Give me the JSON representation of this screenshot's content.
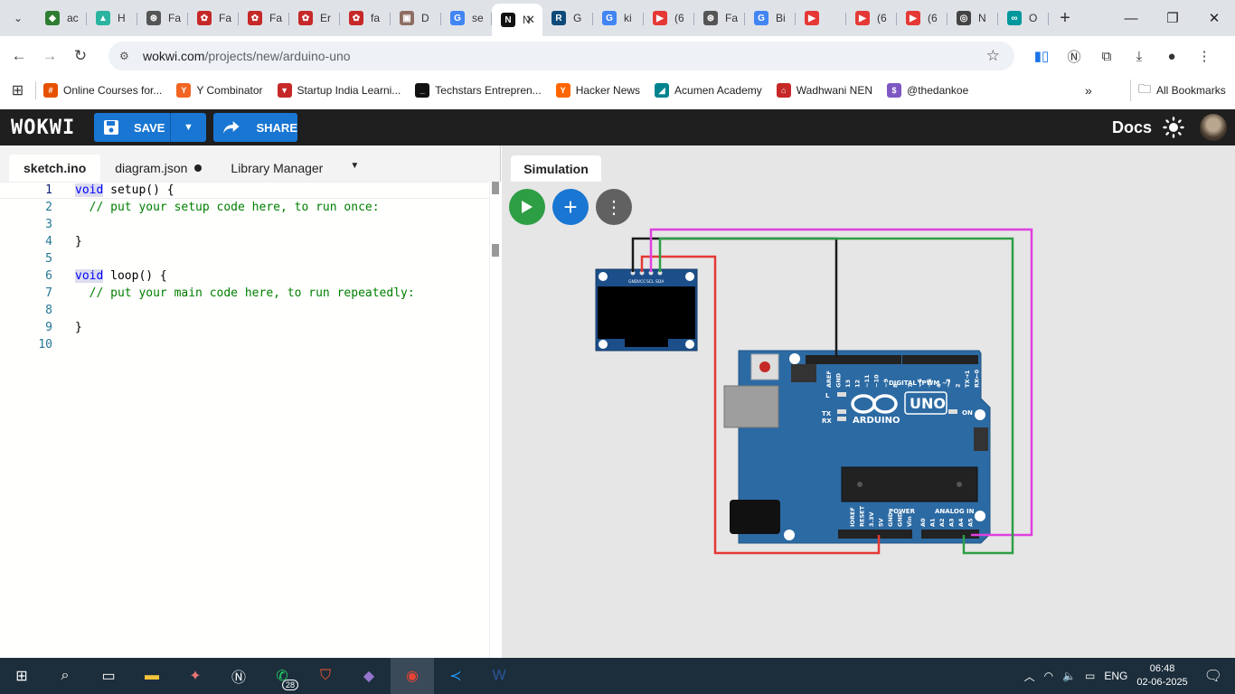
{
  "browser": {
    "tabs": [
      {
        "title": "ac",
        "color": "#2f7d32",
        "glyph": "◆"
      },
      {
        "title": "H",
        "color": "#2bb5a0",
        "glyph": "▲"
      },
      {
        "title": "Fa",
        "color": "#555",
        "glyph": "⊛"
      },
      {
        "title": "Fa",
        "color": "#c62828",
        "glyph": "✿"
      },
      {
        "title": "Fa",
        "color": "#c62828",
        "glyph": "✿"
      },
      {
        "title": "Er",
        "color": "#c62828",
        "glyph": "✿"
      },
      {
        "title": "fa",
        "color": "#c62828",
        "glyph": "✿"
      },
      {
        "title": "D",
        "color": "#8d6e63",
        "glyph": "▣"
      },
      {
        "title": "se",
        "color": "#4285f4",
        "glyph": "G"
      },
      {
        "title": "N",
        "color": "#111",
        "glyph": "N",
        "active": true
      },
      {
        "title": "G",
        "color": "#0d4a7a",
        "glyph": "R"
      },
      {
        "title": "ki",
        "color": "#4285f4",
        "glyph": "G"
      },
      {
        "title": "(6",
        "color": "#e53935",
        "glyph": "▶"
      },
      {
        "title": "Fa",
        "color": "#555",
        "glyph": "⊛"
      },
      {
        "title": "Bi",
        "color": "#4285f4",
        "glyph": "G"
      },
      {
        "title": "",
        "color": "#e53935",
        "glyph": "▶"
      },
      {
        "title": "(6",
        "color": "#e53935",
        "glyph": "▶"
      },
      {
        "title": "(6",
        "color": "#e53935",
        "glyph": "▶"
      },
      {
        "title": "N",
        "color": "#444",
        "glyph": "◎"
      },
      {
        "title": "O",
        "color": "#00979d",
        "glyph": "∞"
      }
    ],
    "url_host": "wokwi.com",
    "url_path": "/projects/new/arduino-uno",
    "bookmarks": [
      {
        "label": "Online Courses for...",
        "color": "#e65100",
        "glyph": "#"
      },
      {
        "label": "Y Combinator",
        "color": "#f26522",
        "glyph": "Y"
      },
      {
        "label": "Startup India Learni...",
        "color": "#c62828",
        "glyph": "▼"
      },
      {
        "label": "Techstars Entrepren...",
        "color": "#111",
        "glyph": "_"
      },
      {
        "label": "Hacker News",
        "color": "#ff6600",
        "glyph": "Y"
      },
      {
        "label": "Acumen Academy",
        "color": "#00838f",
        "glyph": "◢"
      },
      {
        "label": "Wadhwani NEN",
        "color": "#c62828",
        "glyph": "⌂"
      },
      {
        "label": "@thedankoe",
        "color": "#7e57c2",
        "glyph": "$"
      }
    ],
    "all_bookmarks": "All Bookmarks"
  },
  "wokwi": {
    "logo": "WOKWI",
    "save_label": "SAVE",
    "share_label": "SHARE",
    "docs_label": "Docs",
    "accent": "#1976d2"
  },
  "editor": {
    "tabs": [
      "sketch.ino",
      "diagram.json",
      "Library Manager"
    ],
    "lines": [
      {
        "n": "1",
        "parts": [
          [
            "kw",
            "void"
          ],
          [
            "t",
            " setup() {"
          ]
        ]
      },
      {
        "n": "2",
        "parts": [
          [
            "cm",
            "  // put your setup code here, to run once:"
          ]
        ]
      },
      {
        "n": "3",
        "parts": [
          [
            "t",
            ""
          ]
        ]
      },
      {
        "n": "4",
        "parts": [
          [
            "t",
            "}"
          ]
        ]
      },
      {
        "n": "5",
        "parts": [
          [
            "t",
            ""
          ]
        ]
      },
      {
        "n": "6",
        "parts": [
          [
            "kw",
            "void"
          ],
          [
            "t",
            " loop() {"
          ]
        ]
      },
      {
        "n": "7",
        "parts": [
          [
            "cm",
            "  // put your main code here, to run repeatedly:"
          ]
        ]
      },
      {
        "n": "8",
        "parts": [
          [
            "t",
            ""
          ]
        ]
      },
      {
        "n": "9",
        "parts": [
          [
            "t",
            "}"
          ]
        ]
      },
      {
        "n": "10",
        "parts": [
          [
            "t",
            ""
          ]
        ]
      }
    ]
  },
  "simulation": {
    "tab_label": "Simulation",
    "oled_pins": [
      "GND",
      "VCC",
      "SCL",
      "SDA"
    ],
    "board": {
      "brand": "ARDUINO",
      "model": "UNO",
      "digital_label": "DIGITAL (PWM ~)",
      "power_label": "POWER",
      "analog_label": "ANALOG IN",
      "on_label": "ON",
      "tx_label": "TX",
      "rx_label": "RX",
      "l_label": "L",
      "digital_pins": [
        "AREF",
        "GND",
        "13",
        "12",
        "~11",
        "~10",
        "~9",
        "8",
        "7",
        "~6",
        "~5",
        "4",
        "~3",
        "2",
        "TX→1",
        "RX←0"
      ],
      "power_pins": [
        "IOREF",
        "RESET",
        "3.3V",
        "5V",
        "GND",
        "GND",
        "Vin"
      ],
      "analog_pins": [
        "A0",
        "A1",
        "A2",
        "A3",
        "A4",
        "A5"
      ]
    },
    "wire_colors": {
      "gnd": "#1a1a1a",
      "vcc": "#e53935",
      "scl": "#e040e0",
      "sda": "#2e9e44"
    }
  },
  "taskbar": {
    "whatsapp_badge": "28",
    "language": "ENG",
    "time": "06:48",
    "date": "02-06-2025"
  }
}
